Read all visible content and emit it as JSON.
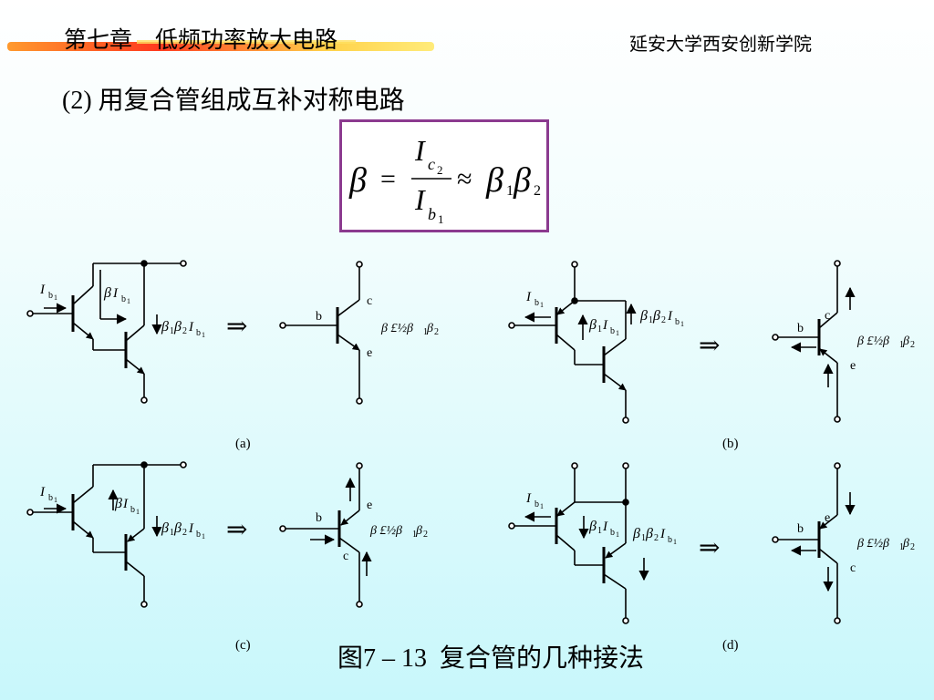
{
  "header": {
    "chapter_title": "第七章　低频功率放大电路",
    "institution": "延安大学西安创新学院"
  },
  "section_heading": "(2) 用复合管组成互补对称电路",
  "formula": {
    "lhs": "β",
    "numerator": "I",
    "numerator_sub": "c",
    "numerator_subsub": "2",
    "denominator": "I",
    "denominator_sub": "b",
    "denominator_subsub": "1",
    "approx": "≈",
    "rhs_beta": "β",
    "rhs_sub1": "1",
    "rhs_sub2": "2"
  },
  "labels": {
    "ib1": "I",
    "ib1_sub": "b",
    "ib1_subsub": "1",
    "beta": "β",
    "beta_sub1": "1",
    "beta_sub2": "2",
    "base": "b",
    "collector": "c",
    "emitter": "e",
    "implies": "⇒",
    "equiv_beta": "β £½β",
    "equiv_sub1": "1",
    "equiv_sub2": "2"
  },
  "panels": {
    "a": "(a)",
    "b": "(b)",
    "c": "(c)",
    "d": "(d)"
  },
  "figure_caption": "图7 – 13  复合管的几种接法"
}
